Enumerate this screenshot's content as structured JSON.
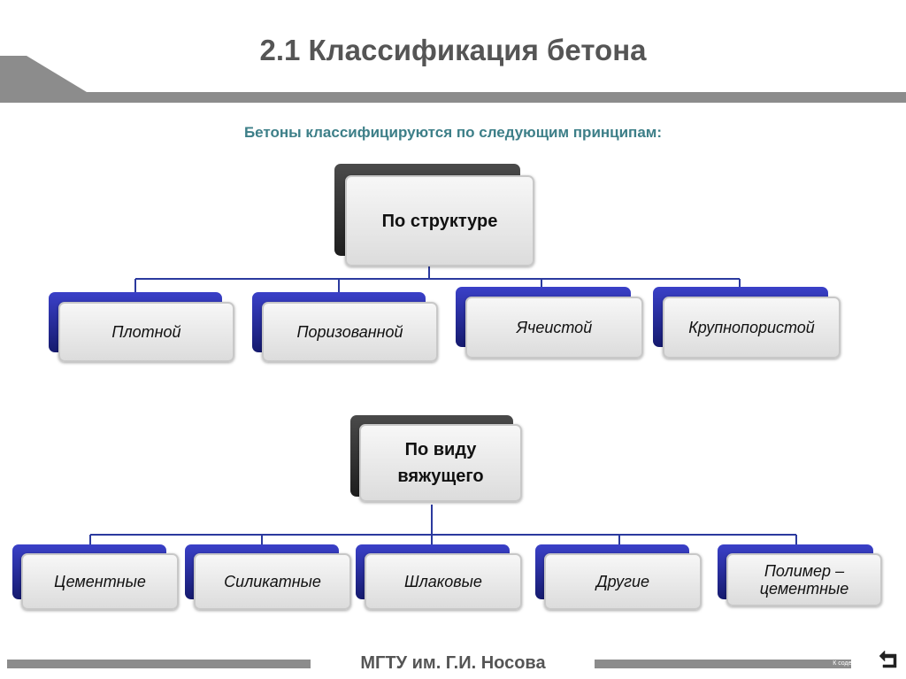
{
  "header": {
    "title": "2.1 Классификация бетона"
  },
  "subtitle": "Бетоны классифицируются по следующим принципам:",
  "groups": [
    {
      "root": "По структуре",
      "children": [
        "Плотной",
        "Поризованной",
        "Ячеистой",
        "Крупнопористой"
      ]
    },
    {
      "root": "По виду вяжущего",
      "children": [
        "Цементные",
        "Силикатные",
        "Шлаковые",
        "Другие",
        "Полимер – цементные"
      ]
    }
  ],
  "footer": {
    "institution": "МГТУ им. Г.И. Носова",
    "contents_link": "К содержанию",
    "back_icon": "return-arrow-icon"
  },
  "colors": {
    "accent_blue": "#1f2a8c",
    "connector": "#2b3a9e",
    "title": "#555555",
    "subtitle": "#3d7f88",
    "bar": "#8c8c8c"
  }
}
